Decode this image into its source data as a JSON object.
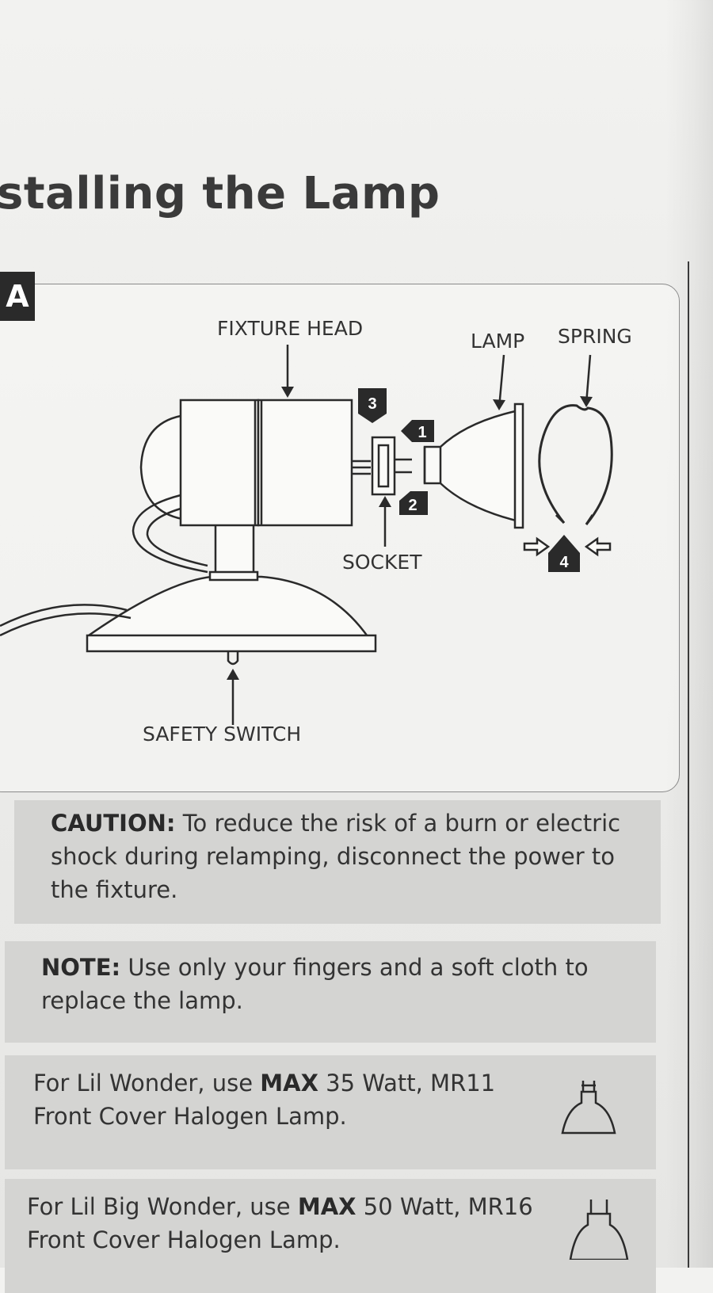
{
  "heading": "stalling the Lamp",
  "panel_tag": "A",
  "diagram": {
    "labels": {
      "fixture_head": "FIXTURE HEAD",
      "lamp": "LAMP",
      "spring": "SPRING",
      "socket": "SOCKET",
      "safety_switch": "SAFETY SWITCH"
    },
    "steps": [
      "1",
      "2",
      "3",
      "4"
    ]
  },
  "caution": {
    "prefix": "CAUTION:",
    "line1": " To reduce the risk of a burn or electric",
    "line2": "shock during relamping, disconnect the power to",
    "line3": "the fixture."
  },
  "note": {
    "prefix": "NOTE:",
    "line1": " Use only your fingers and a soft cloth to",
    "line2": "replace the lamp."
  },
  "lamp_specs": [
    {
      "line1_pre": "For Lil Wonder, use ",
      "line1_bold": "MAX",
      "line1_post": " 35 Watt, MR11",
      "line2": "Front Cover Halogen Lamp.",
      "icon": "mr11-lamp-icon"
    },
    {
      "line1_pre": "For Lil Big Wonder, use ",
      "line1_bold": "MAX",
      "line1_post": " 50 Watt, MR16",
      "line2": "Front Cover Halogen Lamp.",
      "icon": "mr16-lamp-icon"
    }
  ]
}
